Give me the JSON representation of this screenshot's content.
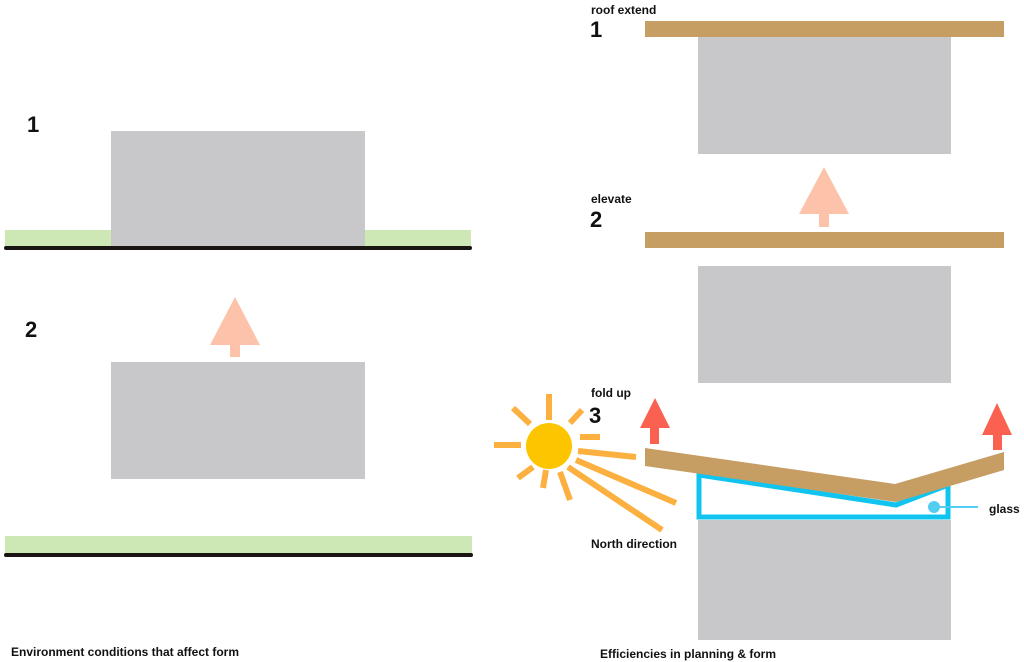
{
  "left_panel": {
    "caption": "Environment conditions that affect form",
    "steps": [
      {
        "number": "1"
      },
      {
        "number": "2"
      }
    ]
  },
  "right_panel": {
    "caption": "Efficiencies in planning & form",
    "steps": [
      {
        "number": "1",
        "label": "roof extend"
      },
      {
        "number": "2",
        "label": "elevate"
      },
      {
        "number": "3",
        "label": "fold up"
      }
    ],
    "annotations": {
      "north": "North direction",
      "glass": "glass"
    }
  },
  "colors": {
    "building": "#c8c8ca",
    "ground_green": "#cde7b5",
    "ground_line": "#1a1412",
    "roof": "#c69d63",
    "arrow_light": "#fcc3aa",
    "arrow_red": "#fa6150",
    "sun": "#fcc500",
    "sun_rays": "#fbb040",
    "glass": "#11c4ef",
    "glass_dot": "#54cdf2"
  }
}
